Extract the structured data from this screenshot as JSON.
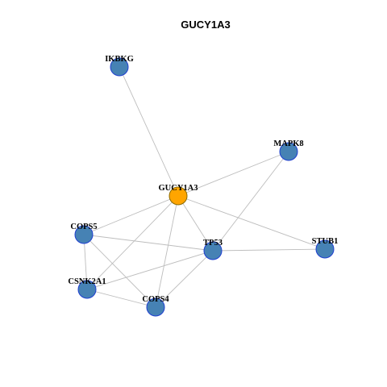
{
  "title": "GUCY1A3",
  "colors": {
    "node_fill": "#4682b4",
    "node_stroke": "#1f3fd0",
    "hub_fill": "#ffa500",
    "edge": "#bdbdbd"
  },
  "nodes": [
    {
      "id": "GUCY1A3",
      "label": "GUCY1A3",
      "hub": true
    },
    {
      "id": "IKBKG",
      "label": "IKBKG",
      "hub": false
    },
    {
      "id": "MAPK8",
      "label": "MAPK8",
      "hub": false
    },
    {
      "id": "COPS5",
      "label": "COPS5",
      "hub": false
    },
    {
      "id": "TP53",
      "label": "TP53",
      "hub": false
    },
    {
      "id": "STUB1",
      "label": "STUB1",
      "hub": false
    },
    {
      "id": "CSNK2A1",
      "label": "CSNK2A1",
      "hub": false
    },
    {
      "id": "COPS4",
      "label": "COPS4",
      "hub": false
    }
  ],
  "edges": [
    [
      "GUCY1A3",
      "IKBKG"
    ],
    [
      "GUCY1A3",
      "MAPK8"
    ],
    [
      "GUCY1A3",
      "COPS5"
    ],
    [
      "GUCY1A3",
      "TP53"
    ],
    [
      "GUCY1A3",
      "STUB1"
    ],
    [
      "GUCY1A3",
      "CSNK2A1"
    ],
    [
      "GUCY1A3",
      "COPS4"
    ],
    [
      "MAPK8",
      "TP53"
    ],
    [
      "COPS5",
      "TP53"
    ],
    [
      "COPS5",
      "CSNK2A1"
    ],
    [
      "COPS5",
      "COPS4"
    ],
    [
      "TP53",
      "STUB1"
    ],
    [
      "TP53",
      "CSNK2A1"
    ],
    [
      "TP53",
      "COPS4"
    ],
    [
      "CSNK2A1",
      "COPS4"
    ]
  ]
}
